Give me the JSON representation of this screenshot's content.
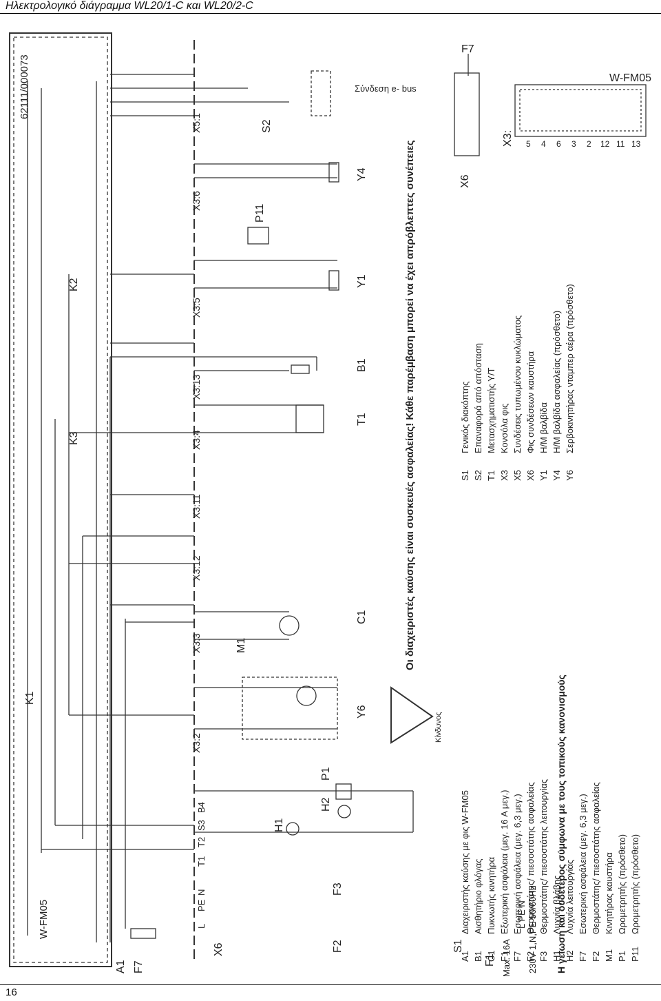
{
  "page": {
    "title": "Ηλεκτρολογικό διάγραμμα WL20/1-C και WL20/2-C",
    "page_number": "16"
  },
  "diagram": {
    "doc_code": "62111/000073",
    "controller": "W-FM05",
    "connector_labels": [
      "X5:1",
      "X3:6",
      "X3:5",
      "X3:13",
      "X3:4",
      "X3:11",
      "X3:12",
      "X3:3",
      "X3:2"
    ],
    "terminal_labels": [
      "L",
      "PE",
      "N",
      "T1",
      "T2",
      "S3",
      "B4"
    ],
    "component_labels": [
      "S2",
      "Y4",
      "P11",
      "Y1",
      "B1",
      "T1",
      "C1",
      "M1",
      "Y6",
      "K1",
      "K2",
      "K3",
      "H1",
      "H2",
      "P1",
      "F2",
      "F3",
      "F7",
      "A1",
      "X6",
      "S1",
      "F1",
      "X6",
      "X3:"
    ],
    "ebus_note": "Σύνδεση e- bus",
    "fuse_label": "Max. 16A",
    "supply_label": "230V 1,N,PE 50/60Hz",
    "supply_terminals": "L PE N",
    "earth_note": "Η γείωση και ουδέτερος σύμφωνα με τους τοπικούς κανονισμούς",
    "warning_caption": "Κίνδυνος",
    "warning_text": "Οι διαχειριστές καύσης είναι συσκευές ασφαλείας! Κάθε παρέμβαση μπορεί να έχει απρόβλεπτες συνέπειες",
    "socket_top": [
      "5",
      "4",
      "6",
      "3",
      "2",
      "12",
      "11",
      "13"
    ],
    "socket_title": "W-FM05",
    "legend_left": [
      {
        "code": "A1",
        "text": "Διαχειριστής καύσης με φις W-FM05"
      },
      {
        "code": "B1",
        "text": "Αισθητήριο φλόγας"
      },
      {
        "code": "C1",
        "text": "Πυκνωτής κινητήρα"
      },
      {
        "code": "F1",
        "text": "Εξωτερική ασφάλεια (μεγ. 16 A μεγ.)"
      },
      {
        "code": "F7",
        "text": "Εσωτερική ασφάλεια (μεγ. 6,3 μεγ.)"
      },
      {
        "code": "F2",
        "text": "Θερμοστάτης/ πιεσοστάτης ασφαλείας"
      },
      {
        "code": "F3",
        "text": "Θερμοστάτης/ πιεσοστάτης λειτουργίας"
      },
      {
        "code": "H1",
        "text": "Λυχνία βλάβης"
      },
      {
        "code": "H2",
        "text": "Λυχνία λειτουργίας"
      },
      {
        "code": "F7",
        "text": "Εσωτερική ασφάλεια (μεγ. 6,3 μεγ.)"
      },
      {
        "code": "F2",
        "text": "Θερμοστάτης/ πιεσοστάτης ασφαλείας"
      },
      {
        "code": "M1",
        "text": "Κινητήρας καυστήρα"
      },
      {
        "code": "P1",
        "text": "Ωρομετρητής (πρόσθετο)"
      },
      {
        "code": "P11",
        "text": "Ωρομετρητής (πρόσθετο)"
      }
    ],
    "legend_right": [
      {
        "code": "S1",
        "text": "Γενικός διακόπτης"
      },
      {
        "code": "S2",
        "text": "Επαναφορά από απόσταση"
      },
      {
        "code": "T1",
        "text": "Μετασχηματιστής Υ/Τ"
      },
      {
        "code": "X3",
        "text": "Κονσόλα φις"
      },
      {
        "code": "X5",
        "text": "Συνδέσεις τυπωμένου κυκλώματος"
      },
      {
        "code": "X6",
        "text": "Φις συνδέσεων καυστήρα"
      },
      {
        "code": "Y1",
        "text": "Η/Μ βαλβίδα"
      },
      {
        "code": "Y4",
        "text": "Η/Μ βαλβίδα ασφαλείας (πρόσθετο)"
      },
      {
        "code": "Y6",
        "text": "Σερβοκινητήρας νταμπερ αέρα (πρόσθετο)"
      }
    ]
  }
}
